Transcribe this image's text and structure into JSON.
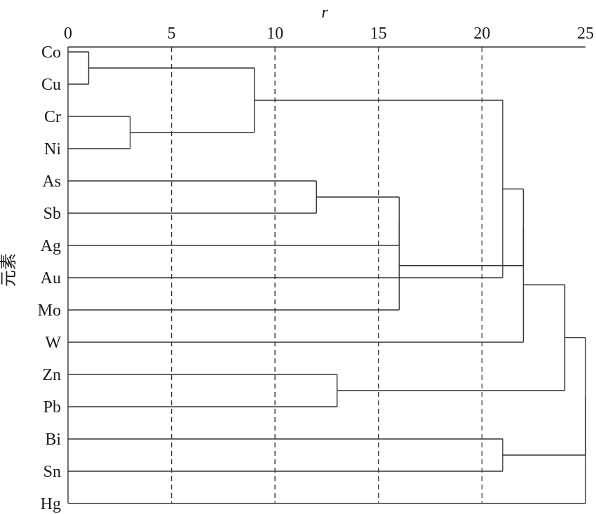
{
  "chart_data": {
    "type": "dendrogram",
    "xlabel": "r",
    "ylabel": "元素",
    "xlim": [
      0,
      25
    ],
    "xticks": [
      0,
      5,
      10,
      15,
      20,
      25
    ],
    "xtick_labels": [
      "0",
      "5",
      "10",
      "15",
      "20",
      "25"
    ],
    "reference_lines": [
      5,
      10,
      15,
      20
    ],
    "grid": "vertical dashed lines at 5, 10, 15, 20",
    "leaves": [
      "Co",
      "Cu",
      "Cr",
      "Ni",
      "As",
      "Sb",
      "Ag",
      "Au",
      "Mo",
      "W",
      "Zn",
      "Pb",
      "Bi",
      "Sn",
      "Hg"
    ],
    "merges": [
      {
        "a": "Co",
        "b": "Cu",
        "height": 1
      },
      {
        "a": "Cr",
        "b": "Ni",
        "height": 3
      },
      {
        "a": "Co+Cu",
        "b": "Cr+Ni",
        "height": 9
      },
      {
        "a": "As",
        "b": "Sb",
        "height": 12
      },
      {
        "a": "Zn",
        "b": "Pb",
        "height": 13
      },
      {
        "a": "As+Sb",
        "b": "Ag",
        "height": 16
      },
      {
        "a": "As+Sb+Ag",
        "b": "Mo",
        "height": 16
      },
      {
        "a": "Co+Cu+Cr+Ni",
        "b": "Au",
        "height": 21
      },
      {
        "a": "Bi",
        "b": "Sn",
        "height": 21
      },
      {
        "a": "Co..Au",
        "b": "As..Mo",
        "height": 22
      },
      {
        "a": "Co..Mo",
        "b": "W",
        "height": 22
      },
      {
        "a": "Co..W",
        "b": "Zn+Pb",
        "height": 24
      },
      {
        "a": "Co..Pb",
        "b": "Bi+Sn",
        "height": 25
      },
      {
        "a": "Co..Sn",
        "b": "Hg",
        "height": 25
      }
    ],
    "colors": {
      "lines": "#333333",
      "text": "#1a1a1a",
      "background": "#ffffff"
    }
  }
}
